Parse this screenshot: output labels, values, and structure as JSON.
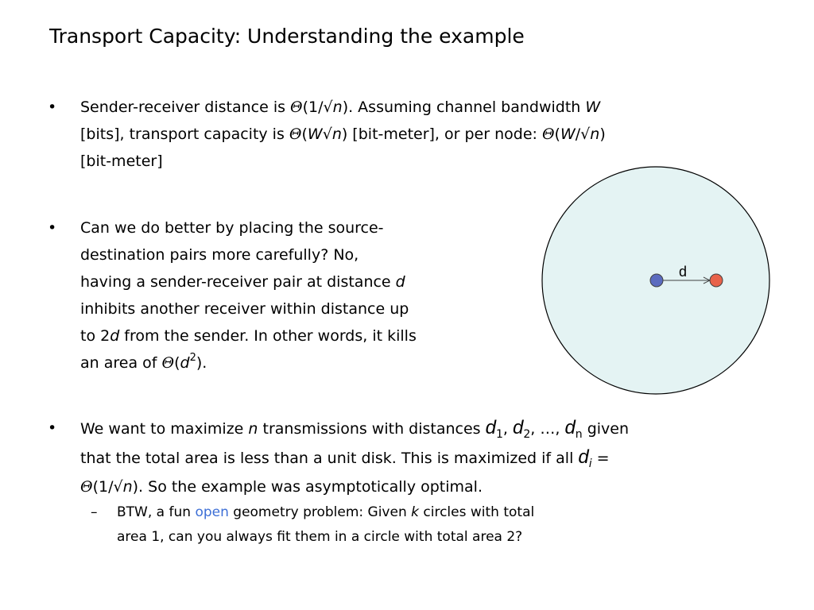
{
  "title": "Transport Capacity: Understanding the example",
  "bullet_char": "•",
  "dash_char": "–",
  "theta": "Θ",
  "bullet1": {
    "l1a": "Sender-receiver distance is ",
    "l1b": "(1/√",
    "n": "n",
    "l1c": "). Assuming channel bandwidth ",
    "W": "W",
    "l2a": "[bits], transport capacity is ",
    "l2b": "(",
    "l2c": "√",
    "l2d": ") [bit-meter], or per node: ",
    "l2e": "(",
    "l2f": "/√",
    "l2g": ")",
    "l3": "[bit-meter]"
  },
  "bullet2": {
    "l1": "Can we do better by placing the source-",
    "l2": "destination pairs more carefully? No,",
    "l3a": "having a sender-receiver pair at distance ",
    "d": "d",
    "l4": "inhibits another receiver within distance up",
    "l5a": "to 2",
    "l5b": " from the sender. In other words, it kills",
    "l6a": "an area of ",
    "l6b": "(",
    "sup2": "2",
    "l6c": ")."
  },
  "bullet3": {
    "l1a": "We want to maximize ",
    "n": "n",
    "l1b": " transmissions with distances ",
    "d": "d",
    "s1": "1",
    "comma": ", ",
    "s2": "2",
    "ell": ", …, ",
    "sn": "n",
    "l1c": " given",
    "l2a": "that the total area is less than a unit disk. This is maximized if all ",
    "si": "i",
    "l2b": " =",
    "l3a": "(1/√",
    "l3b": "). So the example was asymptotically optimal."
  },
  "sub": {
    "l1a": "BTW, a fun ",
    "open": "open",
    "l1b": " geometry problem: Given ",
    "k": "k",
    "l1c": " circles with total",
    "l2": "area 1, can you always fit them in a circle with total area 2?"
  },
  "diagram": {
    "label": "d",
    "colors": {
      "disk_fill": "#e4f3f3",
      "disk_stroke": "#000000",
      "sender": "#5b6bbf",
      "receiver": "#e8624a"
    }
  }
}
